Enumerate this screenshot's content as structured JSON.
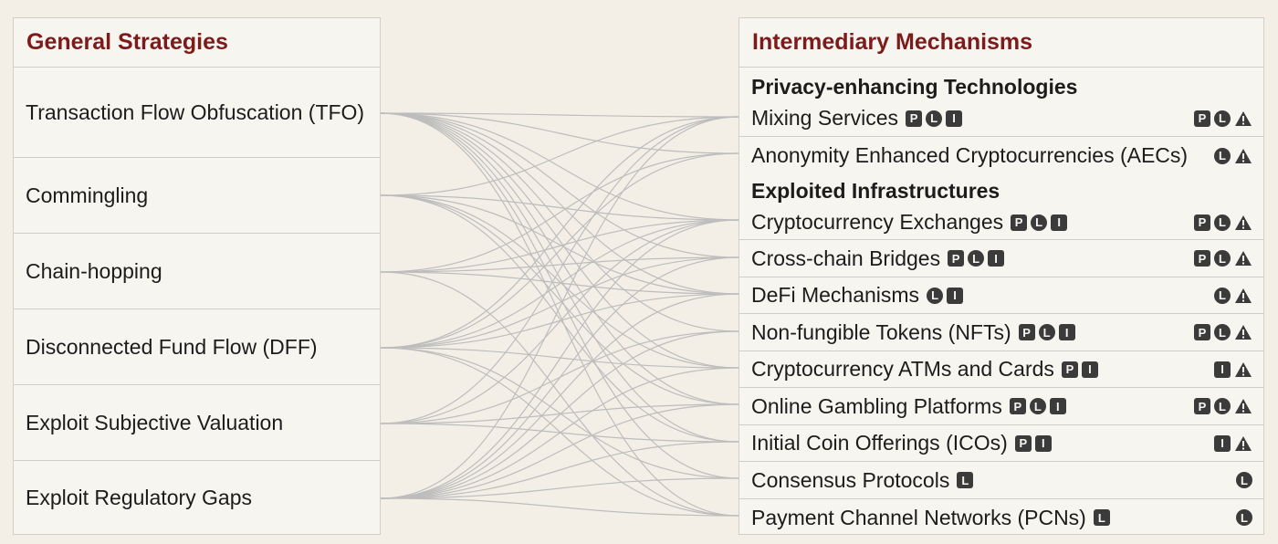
{
  "left": {
    "title": "General Strategies",
    "strategies": [
      "Transaction Flow Obfuscation (TFO)",
      "Commingling",
      "Chain-hopping",
      "Disconnected Fund Flow (DFF)",
      "Exploit Subjective Valuation",
      "Exploit Regulatory Gaps"
    ]
  },
  "right": {
    "title": "Intermediary Mechanisms",
    "sections": [
      {
        "heading": "Privacy-enhancing Technologies",
        "items": [
          {
            "label": "Mixing Services",
            "inline": [
              "P",
              "L",
              "I"
            ],
            "right": [
              "P",
              "L",
              "W"
            ]
          },
          {
            "label": "Anonymity Enhanced Cryptocurrencies (AECs)",
            "inline": [],
            "right": [
              "L",
              "W"
            ]
          }
        ]
      },
      {
        "heading": "Exploited Infrastructures",
        "items": [
          {
            "label": "Cryptocurrency Exchanges",
            "inline": [
              "P",
              "L",
              "I"
            ],
            "right": [
              "P",
              "L",
              "W"
            ]
          },
          {
            "label": "Cross-chain Bridges",
            "inline": [
              "P",
              "L",
              "I"
            ],
            "right": [
              "P",
              "L",
              "W"
            ]
          },
          {
            "label": "DeFi Mechanisms",
            "inline": [
              "L",
              "I"
            ],
            "right": [
              "L",
              "W"
            ]
          },
          {
            "label": "Non-fungible Tokens (NFTs)",
            "inline": [
              "P",
              "L",
              "I"
            ],
            "right": [
              "P",
              "L",
              "W"
            ]
          },
          {
            "label": "Cryptocurrency ATMs and Cards",
            "inline": [
              "P",
              "I"
            ],
            "right": [
              "I",
              "W"
            ]
          },
          {
            "label": "Online Gambling Platforms",
            "inline": [
              "P",
              "L",
              "I"
            ],
            "right": [
              "P",
              "L",
              "W"
            ]
          },
          {
            "label": "Initial Coin Offerings (ICOs)",
            "inline": [
              "P",
              "I"
            ],
            "right": [
              "I",
              "W"
            ]
          },
          {
            "label": "Consensus Protocols",
            "inline": [
              "Lsq"
            ],
            "right": [
              "L"
            ]
          },
          {
            "label": "Payment Channel Networks (PCNs)",
            "inline": [
              "Lsq"
            ],
            "right": [
              "L"
            ]
          }
        ]
      }
    ]
  },
  "badge_text": {
    "P": "P",
    "L": "L",
    "I": "I",
    "Lsq": "L"
  },
  "connections": [
    [
      0,
      0
    ],
    [
      0,
      1
    ],
    [
      0,
      2
    ],
    [
      0,
      3
    ],
    [
      0,
      4
    ],
    [
      0,
      5
    ],
    [
      0,
      6
    ],
    [
      0,
      7
    ],
    [
      0,
      8
    ],
    [
      0,
      9
    ],
    [
      0,
      10
    ],
    [
      1,
      0
    ],
    [
      1,
      2
    ],
    [
      1,
      4
    ],
    [
      1,
      6
    ],
    [
      1,
      7
    ],
    [
      1,
      8
    ],
    [
      2,
      1
    ],
    [
      2,
      2
    ],
    [
      2,
      3
    ],
    [
      2,
      4
    ],
    [
      2,
      10
    ],
    [
      3,
      0
    ],
    [
      3,
      1
    ],
    [
      3,
      2
    ],
    [
      3,
      3
    ],
    [
      3,
      4
    ],
    [
      3,
      6
    ],
    [
      3,
      9
    ],
    [
      3,
      10
    ],
    [
      4,
      0
    ],
    [
      4,
      2
    ],
    [
      4,
      5
    ],
    [
      4,
      7
    ],
    [
      4,
      8
    ],
    [
      5,
      0
    ],
    [
      5,
      2
    ],
    [
      5,
      3
    ],
    [
      5,
      4
    ],
    [
      5,
      5
    ],
    [
      5,
      6
    ],
    [
      5,
      7
    ],
    [
      5,
      8
    ],
    [
      5,
      9
    ],
    [
      5,
      10
    ]
  ],
  "colors": {
    "title": "#7d1a1a",
    "link": "#bdbdbd",
    "badge": "#3b3b3b"
  }
}
